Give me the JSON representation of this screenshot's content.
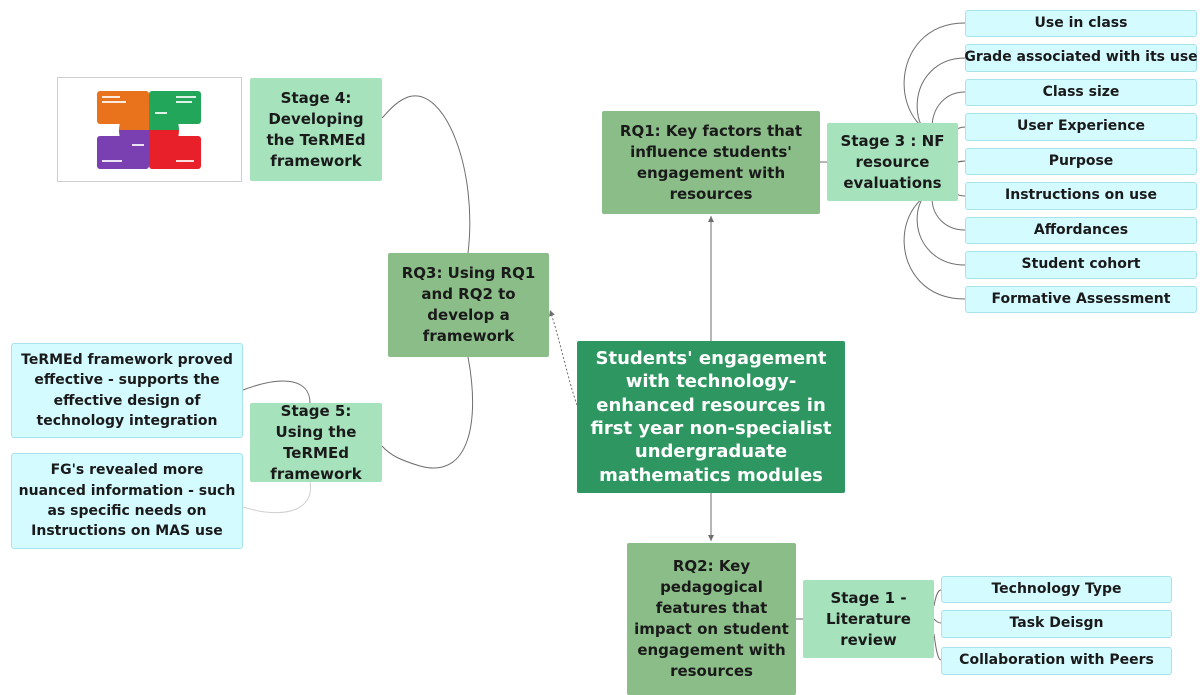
{
  "colors": {
    "central": "#2e9660",
    "rq": "#8bbd88",
    "stage": "#a6e3bd",
    "leaf": "#d4fbff",
    "connector": "#6e6e6e"
  },
  "central": {
    "text": "Students' engagement with technology-enhanced resources in first year non-specialist undergraduate mathematics modules"
  },
  "rq1": {
    "text": "RQ1: Key factors that influence students' engagement with resources"
  },
  "rq2": {
    "text": "RQ2: Key pedagogical features that impact on student engagement with resources"
  },
  "rq3": {
    "text": "RQ3: Using RQ1 and RQ2 to develop a framework"
  },
  "stage1": {
    "title": "Stage 1 - Literature review",
    "items": [
      "Technology Type",
      "Task Deisgn",
      "Collaboration with Peers"
    ]
  },
  "stage3": {
    "title": "Stage 3 : NF resource evaluations",
    "items": [
      "Use in class",
      "Grade associated with its use",
      "Class size",
      "User Experience",
      "Purpose",
      "Instructions on use",
      "Affordances",
      "Student cohort",
      "Formative Assessment"
    ]
  },
  "stage4": {
    "title": "Stage 4: Developing the TeRMEd framework"
  },
  "stage5": {
    "title": "Stage 5: Using the TeRMEd framework",
    "findings": [
      "TeRMEd framework proved effective - supports the effective design of technology integration",
      "FG's revealed more nuanced information - such as specific needs on Instructions on MAS use"
    ]
  }
}
